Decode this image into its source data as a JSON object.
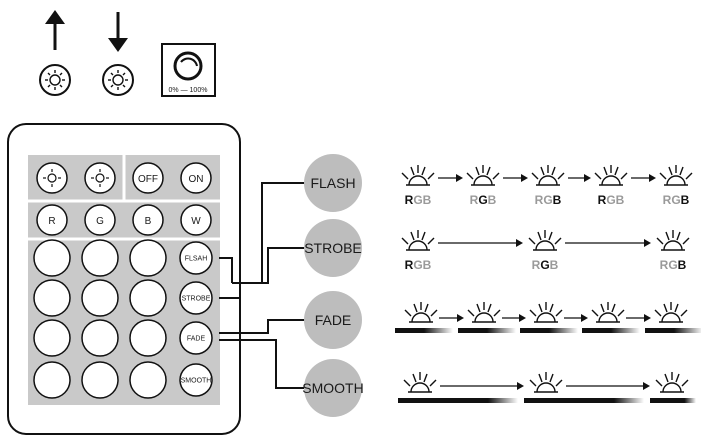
{
  "top_icons": {
    "brightness_up": {
      "icon": "arrow-up-sun-icon"
    },
    "brightness_down": {
      "icon": "arrow-down-sun-icon"
    },
    "dimmer": {
      "label": "0% — 100%"
    }
  },
  "remote": {
    "row1": [
      "",
      "",
      "OFF",
      "ON"
    ],
    "row2": [
      "R",
      "G",
      "B",
      "W"
    ],
    "side_buttons": [
      "FLSAH",
      "STROBE",
      "FADE",
      "SMOOTH"
    ]
  },
  "modes": [
    {
      "label": "FLASH",
      "rgb": [
        "RGB",
        "RGB",
        "RGB",
        "RGB",
        "RGB"
      ],
      "highlight": [
        0,
        1,
        2,
        0,
        2
      ]
    },
    {
      "label": "STROBE",
      "rgb": [
        "RGB",
        "RGB",
        "RGB"
      ],
      "highlight": [
        0,
        1,
        2
      ]
    },
    {
      "label": "FADE"
    },
    {
      "label": "SMOOTH"
    }
  ],
  "colors": {
    "panel": "#c9c9c9",
    "mode_circle": "#bdbdbd",
    "line": "#1a1a1a",
    "dim_letter": "#9a9a9a"
  }
}
